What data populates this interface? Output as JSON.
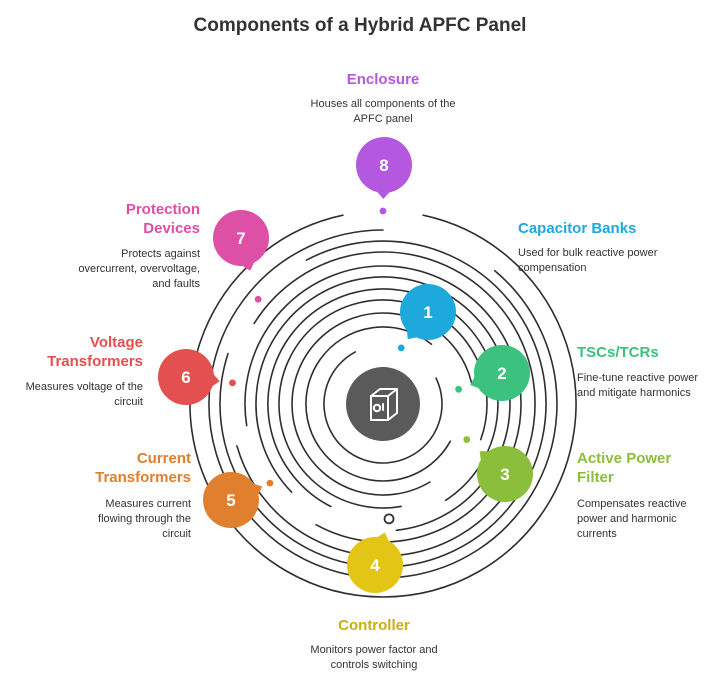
{
  "title": "Components of a Hybrid APFC Panel",
  "center_icon": "switchgear-cabinet-icon",
  "components": [
    {
      "number": "1",
      "label": "Capacitor Banks",
      "description": "Used for bulk reactive power compensation",
      "color": "#1EA9DC"
    },
    {
      "number": "2",
      "label": "TSCs/TCRs",
      "description": "Fine-tune reactive power and mitigate harmonics",
      "color": "#3DC17F"
    },
    {
      "number": "3",
      "label": "Active Power Filter",
      "description": "Compensates reactive power and harmonic currents",
      "color": "#8BBE3A"
    },
    {
      "number": "4",
      "label": "Controller",
      "description": "Monitors power factor and controls switching",
      "color": "#E2C515"
    },
    {
      "number": "5",
      "label": "Current Transformers",
      "description": "Measures current flowing through the circuit",
      "color": "#E07F2D"
    },
    {
      "number": "6",
      "label": "Voltage Transformers",
      "description": "Measures voltage of the circuit",
      "color": "#E2514F"
    },
    {
      "number": "7",
      "label": "Protection Devices",
      "description": "Protects against overcurrent, overvoltage, and faults",
      "color": "#DE4FA6"
    },
    {
      "number": "8",
      "label": "Enclosure",
      "description": "Houses all components of the APFC panel",
      "color": "#B458E0"
    }
  ],
  "colors": {
    "ring": "#2f2f2f",
    "center": "#5a5a5a",
    "title": "#333333",
    "description": "#333333"
  }
}
